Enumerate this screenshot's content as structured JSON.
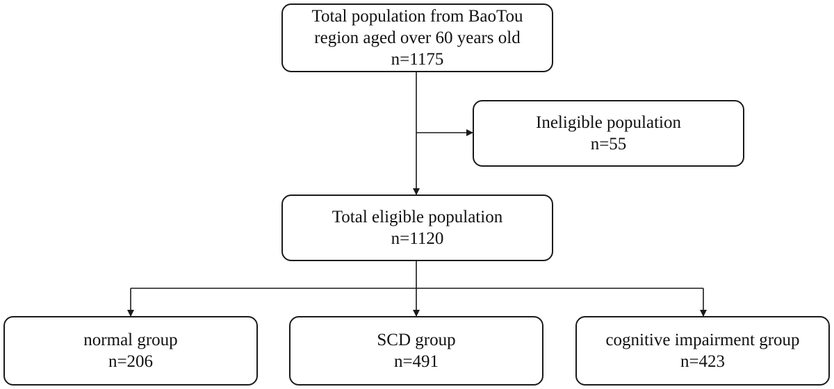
{
  "flowchart": {
    "total_population": {
      "line1": "Total population from BaoTou",
      "line2": "region aged over 60 years old",
      "count": "n=1175"
    },
    "ineligible": {
      "label": "Ineligible population",
      "count": "n=55"
    },
    "eligible": {
      "label": "Total eligible population",
      "count": "n=1120"
    },
    "groups": [
      {
        "label": "normal group",
        "count": "n=206"
      },
      {
        "label": "SCD group",
        "count": "n=491"
      },
      {
        "label": "cognitive impairment group",
        "count": "n=423"
      }
    ]
  },
  "colors": {
    "stroke": "#1a1a1a",
    "text": "#111111",
    "background": "#ffffff"
  }
}
